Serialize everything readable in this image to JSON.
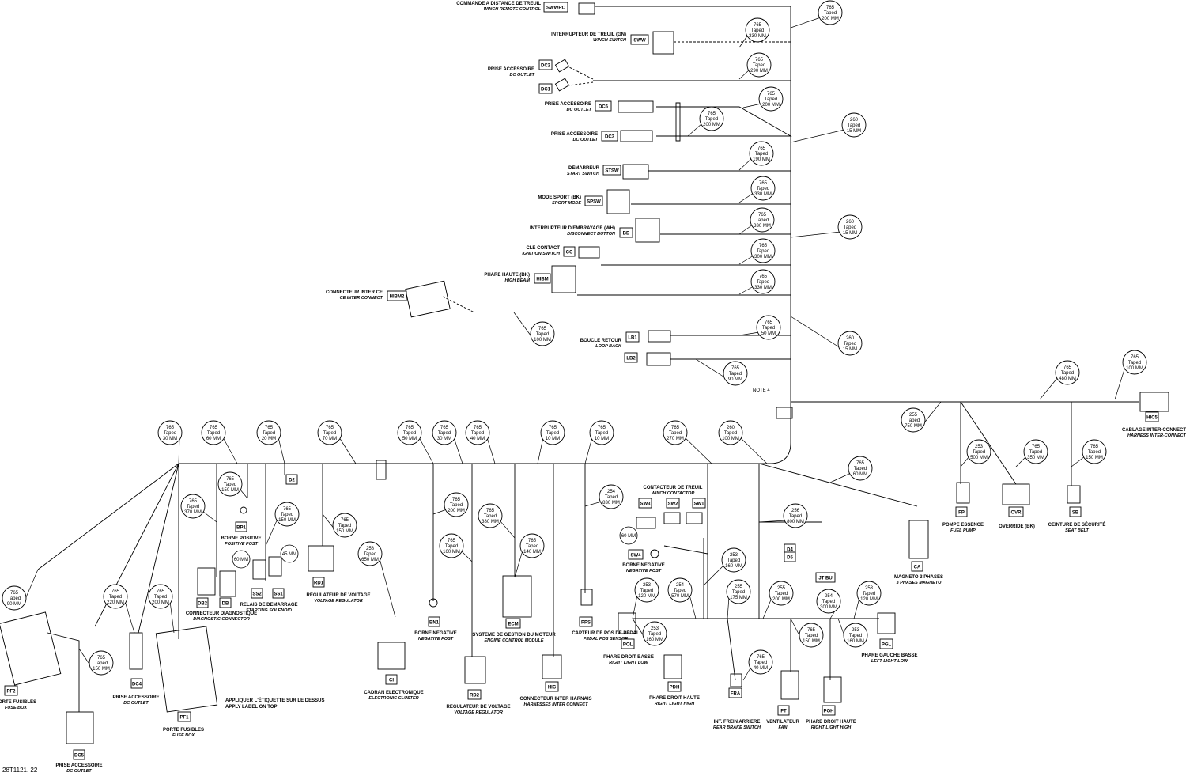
{
  "figure_id": "28T1121. 22",
  "note_label": "NOTE 4",
  "apply_label": [
    "APPLIQUER L'ÉTIQUETTE SUR LE DESSUS",
    "APPLY LABEL ON TOP"
  ],
  "connectors": [
    {
      "id": "SWWRC",
      "fr": "COMMANDE A DISTANCE DE TREUIL",
      "en": "WINCH REMOTE CONTROL"
    },
    {
      "id": "SWW",
      "fr": "INTERRUPTEUR DE TREUIL (GN)",
      "en": "WINCH SWITCH"
    },
    {
      "id": "DC2",
      "fr": "PRISE ACCESSOIRE",
      "en": "DC OUTLET"
    },
    {
      "id": "DC1",
      "fr": "",
      "en": ""
    },
    {
      "id": "DC6",
      "fr": "PRISE ACCESSOIRE",
      "en": "DC OUTLET"
    },
    {
      "id": "DC3",
      "fr": "PRISE ACCESSOIRE",
      "en": "DC OUTLET"
    },
    {
      "id": "STSW",
      "fr": "DÉMARREUR",
      "en": "START SWITCH"
    },
    {
      "id": "SPSW",
      "fr": "MODE SPORT (BK)",
      "en": "SPORT MODE"
    },
    {
      "id": "BD",
      "fr": "INTERRUPTEUR D'EMBRAYAGE (WH)",
      "en": "DISCONNECT BUTTON"
    },
    {
      "id": "CC",
      "fr": "CLE CONTACT",
      "en": "IGNITION SWITCH"
    },
    {
      "id": "HIBM",
      "fr": "PHARE HAUTE (BK)",
      "en": "HIGH BEAM"
    },
    {
      "id": "HIBM2",
      "fr": "CONNECTEUR INTER CE",
      "en": "CE INTER CONNECT"
    },
    {
      "id": "LB1",
      "fr": "BOUCLE RETOUR",
      "en": "LOOP BACK"
    },
    {
      "id": "LB2",
      "fr": "",
      "en": ""
    },
    {
      "id": "HIC5",
      "fr": "CABLAGE INTER-CONNECT",
      "en": "HARNESS INTER-CONNECT"
    },
    {
      "id": "FP",
      "fr": "POMPE ESSENCE",
      "en": "FUEL PUMP"
    },
    {
      "id": "OVR",
      "fr": "OVERRIDE (BK)",
      "en": ""
    },
    {
      "id": "SB",
      "fr": "CEINTURE DE SÉCURITÉ",
      "en": "SEAT BELT"
    },
    {
      "id": "CA",
      "fr": "MAGNETO 3 PHASES",
      "en": "3 PHASES MAGNETO"
    },
    {
      "id": "SW3",
      "fr": "",
      "en": ""
    },
    {
      "id": "SW2",
      "fr": "CONTACTEUR DE TREUIL",
      "en": "WINCH CONTACTOR"
    },
    {
      "id": "SW1",
      "fr": "",
      "en": ""
    },
    {
      "id": "SW4",
      "fr": "BORNE NEGATIVE",
      "en": "NEGATIVE POST"
    },
    {
      "id": "D4",
      "fr": "",
      "en": ""
    },
    {
      "id": "D5",
      "fr": "",
      "en": ""
    },
    {
      "id": "D2",
      "fr": "",
      "en": ""
    },
    {
      "id": "BP1",
      "fr": "BORNE POSITIVE",
      "en": "POSITIVE POST"
    },
    {
      "id": "DB2",
      "fr": "CONNECTEUR DIAGNOSTIQUE",
      "en": "DIAGNOSTIC CONNECTOR"
    },
    {
      "id": "DB",
      "fr": "",
      "en": ""
    },
    {
      "id": "SS2",
      "fr": "RELAIS DE DEMARRAGE",
      "en": "STARTING SOLENOID"
    },
    {
      "id": "SS1",
      "fr": "",
      "en": ""
    },
    {
      "id": "RD1",
      "fr": "REGULATEUR DE VOLTAGE",
      "en": "VOLTAGE REGULATOR"
    },
    {
      "id": "BN1",
      "fr": "BORNE NEGATIVE",
      "en": "NEGATIVE POST"
    },
    {
      "id": "ECM",
      "fr": "SYSTEME DE GESTION DU MOTEUR",
      "en": "ENGINE CONTROL MODULE"
    },
    {
      "id": "PPS",
      "fr": "CAPTEUR DE POS DE PÉDAL",
      "en": "PEDAL POS SENSOR"
    },
    {
      "id": "CI",
      "fr": "CADRAN ELECTRONIQUE",
      "en": "ELECTRONIC CLUSTER"
    },
    {
      "id": "RD2",
      "fr": "REGULATEUR DE VOLTAGE",
      "en": "VOLTAGE REGULATOR"
    },
    {
      "id": "HIC",
      "fr": "CONNECTEUR INTER HARNAIS",
      "en": "HARNESSES INTER CONNECT"
    },
    {
      "id": "POL",
      "fr": "PHARE DROIT BASSE",
      "en": "RIGHT LIGHT LOW"
    },
    {
      "id": "PDH",
      "fr": "PHARE DROIT HAUTE",
      "en": "RIGHT LIGHT HIGH"
    },
    {
      "id": "FRA",
      "fr": "INT. FREIN ARRIERE",
      "en": "REAR BRAKE SWITCH"
    },
    {
      "id": "FT",
      "fr": "VENTILATEUR",
      "en": "FAN"
    },
    {
      "id": "PGH",
      "fr": "PHARE DROIT HAUTE",
      "en": "RIGHT LIGHT HIGH"
    },
    {
      "id": "PGL",
      "fr": "PHARE GAUCHE BASSE",
      "en": "LEFT LIGHT LOW"
    },
    {
      "id": "JT BU",
      "fr": "",
      "en": ""
    },
    {
      "id": "PF2",
      "fr": "PORTE FUSIBLES",
      "en": "FUSE BOX"
    },
    {
      "id": "DC4",
      "fr": "PRISE ACCESSOIRE",
      "en": "DC OUTLET"
    },
    {
      "id": "DC5",
      "fr": "PRISE ACCESSOIRE",
      "en": "DC OUTLET"
    },
    {
      "id": "PF1",
      "fr": "PORTE FUSIBLES",
      "en": "FUSE BOX"
    }
  ],
  "callouts": [
    {
      "code": "765",
      "text": "Taped",
      "len": "200 MM"
    },
    {
      "code": "765",
      "text": "Taped",
      "len": "330 MM"
    },
    {
      "code": "765",
      "text": "Taped",
      "len": "290 MM"
    },
    {
      "code": "765",
      "text": "Taped",
      "len": "200 MM"
    },
    {
      "code": "765",
      "text": "Taped",
      "len": "200 MM"
    },
    {
      "code": "260",
      "text": "Taped",
      "len": "15 MM"
    },
    {
      "code": "765",
      "text": "Taped",
      "len": "190 MM"
    },
    {
      "code": "765",
      "text": "Taped",
      "len": "330 MM"
    },
    {
      "code": "765",
      "text": "Taped",
      "len": "330 MM"
    },
    {
      "code": "260",
      "text": "Taped",
      "len": "15 MM"
    },
    {
      "code": "765",
      "text": "Taped",
      "len": "300 MM"
    },
    {
      "code": "765",
      "text": "Taped",
      "len": "330 MM"
    },
    {
      "code": "765",
      "text": "Taped",
      "len": "100 MM"
    },
    {
      "code": "765",
      "text": "Taped",
      "len": "50 MM"
    },
    {
      "code": "260",
      "text": "Taped",
      "len": "15 MM"
    },
    {
      "code": "765",
      "text": "Taped",
      "len": "90 MM"
    },
    {
      "code": "765",
      "text": "Taped",
      "len": "480 MM"
    },
    {
      "code": "765",
      "text": "Taped",
      "len": "100 MM"
    },
    {
      "code": "255",
      "text": "Taped",
      "len": "750 MM"
    },
    {
      "code": "253",
      "text": "Taped",
      "len": "500 MM"
    },
    {
      "code": "765",
      "text": "Taped",
      "len": "350 MM"
    },
    {
      "code": "765",
      "text": "Taped",
      "len": "150 MM"
    },
    {
      "code": "765",
      "text": "Taped",
      "len": "60 MM"
    },
    {
      "code": "765",
      "text": "Taped",
      "len": "30 MM"
    },
    {
      "code": "765",
      "text": "Taped",
      "len": "60 MM"
    },
    {
      "code": "765",
      "text": "Taped",
      "len": "20 MM"
    },
    {
      "code": "765",
      "text": "Taped",
      "len": "70 MM"
    },
    {
      "code": "765",
      "text": "Taped",
      "len": "50 MM"
    },
    {
      "code": "765",
      "text": "Taped",
      "len": "30 MM"
    },
    {
      "code": "765",
      "text": "Taped",
      "len": "40 MM"
    },
    {
      "code": "765",
      "text": "Taped",
      "len": "10 MM"
    },
    {
      "code": "765",
      "text": "Taped",
      "len": "10 MM"
    },
    {
      "code": "765",
      "text": "Taped",
      "len": "270 MM"
    },
    {
      "code": "260",
      "text": "Taped",
      "len": "100 MM"
    },
    {
      "code": "765",
      "text": "Taped",
      "len": "150 MM"
    },
    {
      "code": "765",
      "text": "Taped",
      "len": "370 MM"
    },
    {
      "code": "765",
      "text": "Taped",
      "len": "150 MM"
    },
    {
      "code": "765",
      "text": "Taped",
      "len": "150 MM"
    },
    {
      "code": "765",
      "text": "Taped",
      "len": "200 MM"
    },
    {
      "code": "765",
      "text": "Taped",
      "len": "380 MM"
    },
    {
      "code": "254",
      "text": "Taped",
      "len": "830 MM"
    },
    {
      "code": "256",
      "text": "Taped",
      "len": "800 MM"
    },
    {
      "code": "258",
      "text": "Taped",
      "len": "650 MM"
    },
    {
      "code": "765",
      "text": "Taped",
      "len": "160 MM"
    },
    {
      "code": "765",
      "text": "Taped",
      "len": "140 MM"
    },
    {
      "code": "253",
      "text": "Taped",
      "len": "160 MM"
    },
    {
      "code": "253",
      "text": "Taped",
      "len": "120 MM"
    },
    {
      "code": "254",
      "text": "Taped",
      "len": "570 MM"
    },
    {
      "code": "255",
      "text": "Taped",
      "len": "175 MM"
    },
    {
      "code": "255",
      "text": "Taped",
      "len": "200 MM"
    },
    {
      "code": "254",
      "text": "Taped",
      "len": "300 MM"
    },
    {
      "code": "253",
      "text": "Taped",
      "len": "120 MM"
    },
    {
      "code": "765",
      "text": "Taped",
      "len": "90 MM"
    },
    {
      "code": "765",
      "text": "Taped",
      "len": "220 MM"
    },
    {
      "code": "765",
      "text": "Taped",
      "len": "200 MM"
    },
    {
      "code": "765",
      "text": "Taped",
      "len": "150 MM"
    },
    {
      "code": "253",
      "text": "Taped",
      "len": "160 MM"
    },
    {
      "code": "765",
      "text": "Taped",
      "len": "150 MM"
    },
    {
      "code": "253",
      "text": "Taped",
      "len": "160 MM"
    },
    {
      "code": "765",
      "text": "Taped",
      "len": "40 MM"
    }
  ],
  "dims": [
    "60 MM",
    "60 MM",
    "45 MM"
  ]
}
